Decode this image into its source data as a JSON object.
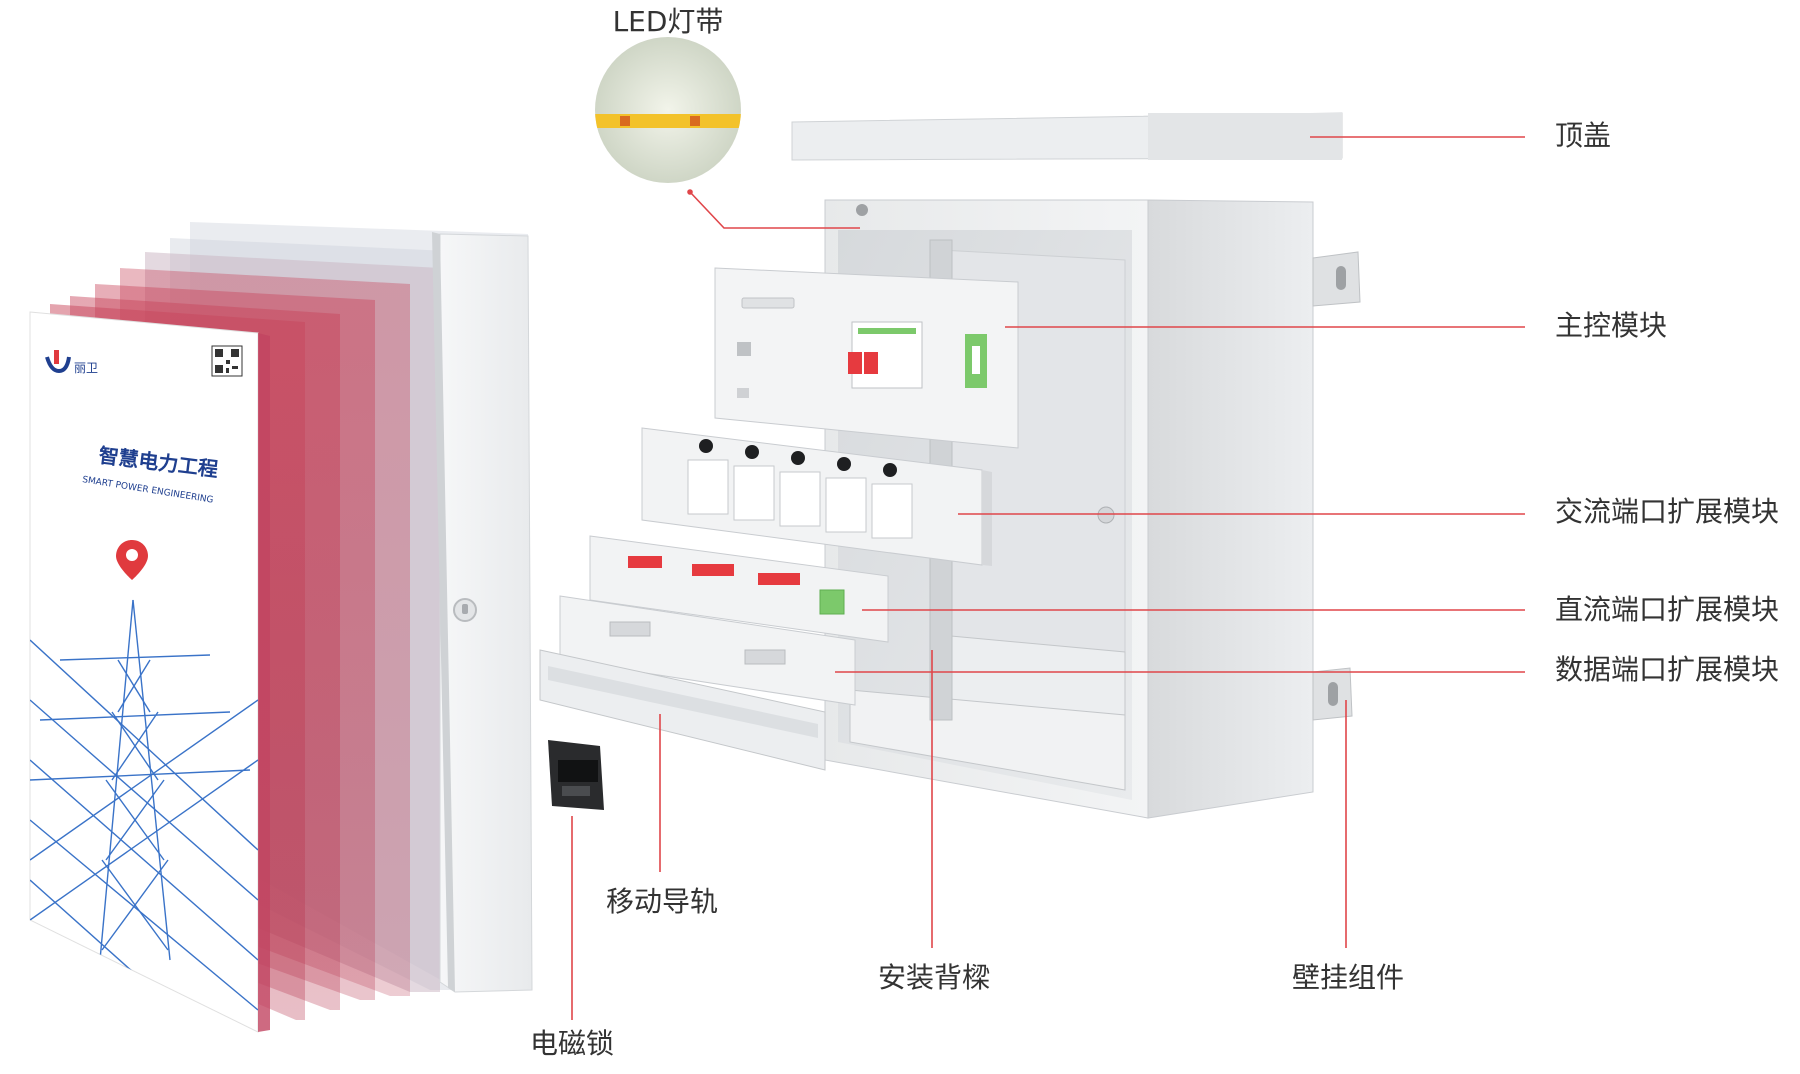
{
  "labels": {
    "led_strip": "LED灯带",
    "top_cover": "顶盖",
    "main_control": "主控模块",
    "ac_port": "交流端口扩展模块",
    "dc_port": "直流端口扩展模块",
    "data_port": "数据端口扩展模块",
    "rail": "移动导轨",
    "backplate": "安装背樑",
    "wall_mount": "壁挂组件",
    "lock": "电磁锁"
  },
  "cover": {
    "brand": "丽卫",
    "title": "智慧电力工程",
    "subtitle": "SMART POWER ENGINEERING"
  },
  "colors": {
    "leader_line": "#e0464a",
    "label_text": "#333333",
    "cover_title": "#1f3f8f",
    "pin_red": "#e03a3e",
    "tower_blue": "#3a73c8",
    "switch_red": "#e63a3f",
    "terminal_green": "#7cc96b"
  }
}
